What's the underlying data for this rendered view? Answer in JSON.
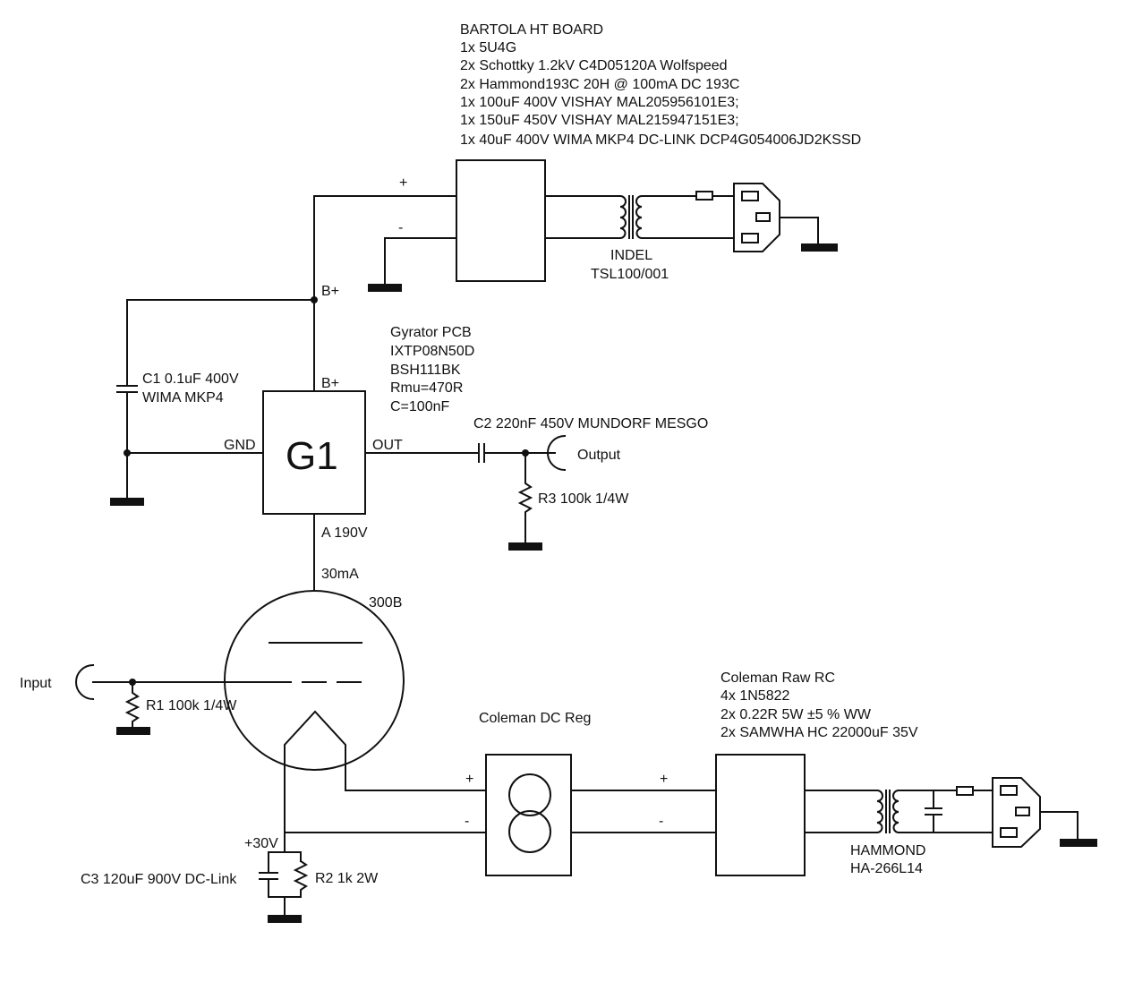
{
  "ht_board": {
    "title": "BARTOLA HT BOARD",
    "lines": [
      "1x 5U4G",
      "2x Schottky 1.2kV C4D05120A Wolfspeed",
      "2x Hammond193C 20H @ 100mA DC 193C",
      "1x 100uF 400V VISHAY MAL205956101E3;",
      "1x 150uF 450V VISHAY MAL215947151E3;",
      "1x 40uF 400V WIMA MKP4 DC-LINK DCP4G054006JD2KSSD"
    ],
    "plus": "+",
    "minus": "-"
  },
  "ht_transformer": {
    "line1": "INDEL",
    "line2": "TSL100/001"
  },
  "bplus_node": "B+",
  "c1": {
    "line1": "C1 0.1uF 400V",
    "line2": "WIMA MKP4"
  },
  "gyrator": {
    "lines": [
      "Gyrator PCB",
      "IXTP08N50D",
      "BSH111BK",
      "Rmu=470R",
      "C=100nF"
    ],
    "name": "G1",
    "bplus": "B+",
    "gnd": "GND",
    "out": "OUT"
  },
  "c2": "C2 220nF 450V MUNDORF MESGO",
  "output": "Output",
  "r3": "R3 100k 1/4W",
  "anode_voltage": "A 190V",
  "anode_current": "30mA",
  "tube": "300B",
  "input": "Input",
  "r1": "R1 100k 1/4W",
  "dc_reg": {
    "title": "Coleman DC Reg",
    "plus": "+",
    "minus": "-"
  },
  "raw_rc": {
    "lines": [
      "Coleman Raw RC",
      "4x 1N5822",
      "2x 0.22R 5W ±5 % WW",
      "2x SAMWHA HC 22000uF 35V"
    ],
    "plus": "+",
    "minus": "-"
  },
  "hammond": {
    "line1": "HAMMOND",
    "line2": "HA-266L14"
  },
  "filament_voltage": "+30V",
  "c3": "C3 120uF 900V DC-Link",
  "r2": "R2 1k 2W"
}
